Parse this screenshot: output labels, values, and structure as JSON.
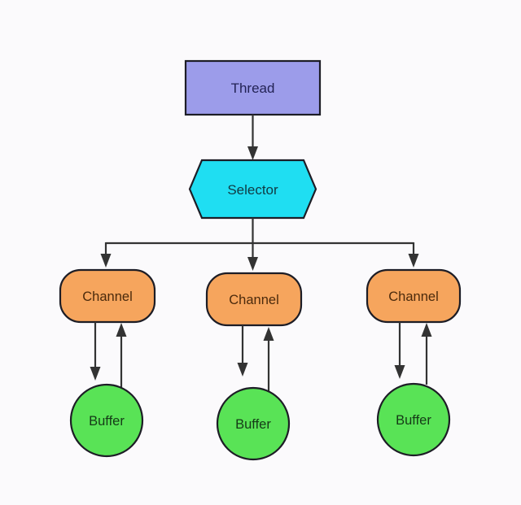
{
  "diagram": {
    "thread": {
      "label": "Thread"
    },
    "selector": {
      "label": "Selector"
    },
    "channels": [
      {
        "label": "Channel"
      },
      {
        "label": "Channel"
      },
      {
        "label": "Channel"
      }
    ],
    "buffers": [
      {
        "label": "Buffer"
      },
      {
        "label": "Buffer"
      },
      {
        "label": "Buffer"
      }
    ],
    "styles": {
      "thread_fill": "#9c9cea",
      "thread_text": "#232355",
      "selector_fill": "#1fdef2",
      "selector_text": "#113a43",
      "channel_fill": "#f6a55d",
      "channel_text": "#4b2a0c",
      "buffer_fill": "#59e356",
      "buffer_text": "#153a17",
      "background": "#fbfafc",
      "connector": "#333333",
      "node_border": "#1d1d26"
    }
  }
}
